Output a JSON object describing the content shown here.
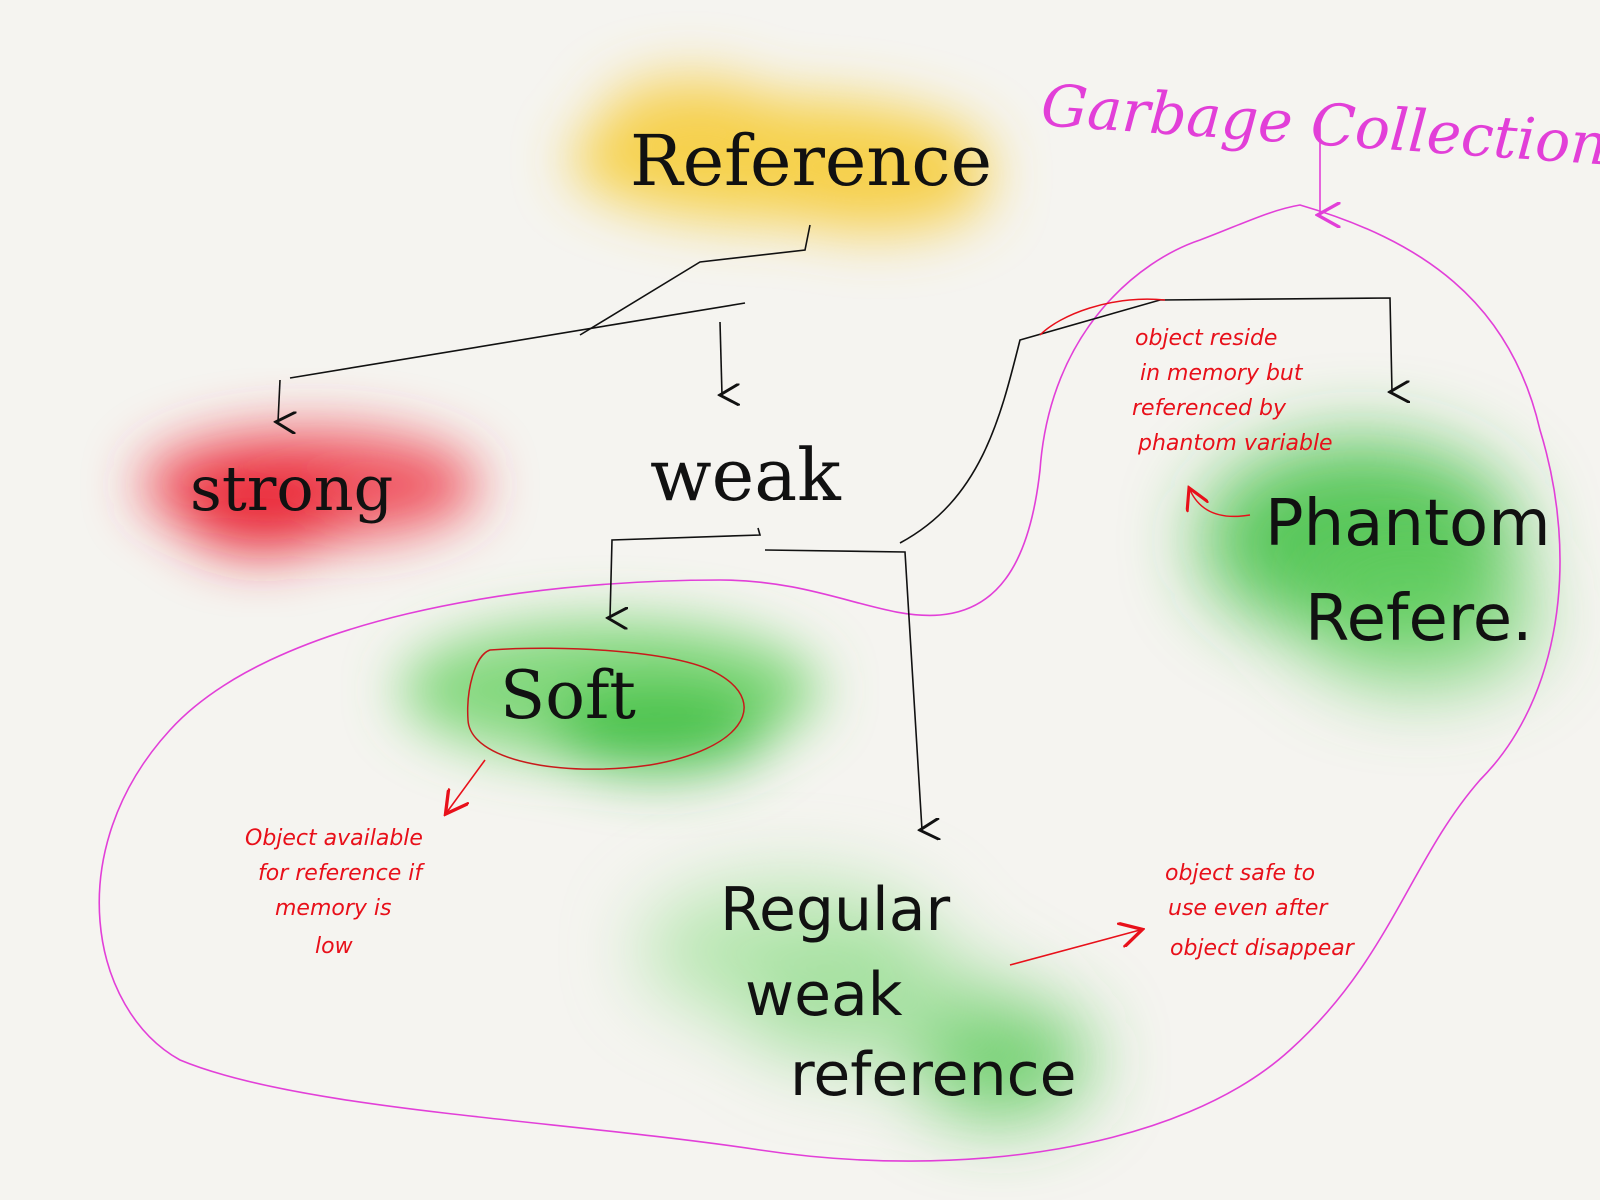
{
  "title": "Garbage Collection",
  "root": {
    "label": "Reference"
  },
  "nodes": {
    "strong": {
      "label": "strong"
    },
    "weak": {
      "label": "weak"
    },
    "soft": {
      "label": "Soft"
    },
    "regular_weak": {
      "lines": [
        "Regular",
        "weak",
        "reference"
      ]
    },
    "phantom": {
      "lines": [
        "Phantom",
        "Refere."
      ]
    }
  },
  "notes": {
    "soft": {
      "lines": [
        "Object available",
        "for reference if",
        "memory is",
        "low"
      ]
    },
    "regular_weak": {
      "lines": [
        "object safe to",
        "use even after",
        "object disappear"
      ]
    },
    "phantom": {
      "lines": [
        "object reside",
        "in memory but",
        "referenced by",
        "phantom variable"
      ]
    }
  },
  "colors": {
    "background": "#f5f4f0",
    "ink": "#111111",
    "annotation": "#e8101a",
    "boundary": "#e23fd8",
    "root_highlight": "#f6d04a",
    "strong_highlight": "#ef4a55",
    "weak_highlight": "#4cc94a"
  }
}
